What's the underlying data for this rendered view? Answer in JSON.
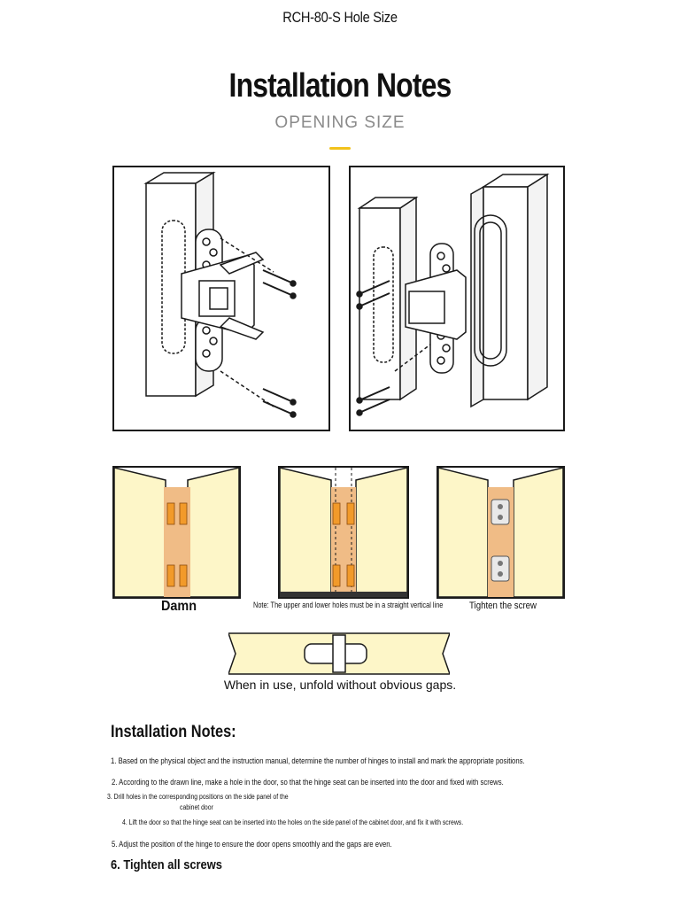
{
  "header": {
    "top_title": "RCH-80-S Hole Size",
    "main_title": "Installation Notes",
    "subtitle": "OPENING SIZE"
  },
  "colors": {
    "accent": "#f2c21b",
    "panel_fill": "#fdf6c8",
    "hinge_strip": "#f0bc86",
    "hinge_slot": "#f29a2a",
    "line": "#1a1a1a"
  },
  "panels": {
    "caption_1": "Damn",
    "caption_2": "Note: The upper and lower holes must be in a straight vertical line",
    "caption_3": "Tighten the screw"
  },
  "strip": {
    "caption": "When in use, unfold without obvious gaps."
  },
  "notes": {
    "heading": "Installation Notes:",
    "items": [
      "1. Based on the physical object and the instruction manual, determine the number of hinges to install and mark the appropriate positions.",
      "2. According to the drawn line, make a hole in the door, so that the hinge seat can be inserted into the door and fixed with screws.",
      "3. Drill holes in the corresponding positions on the side panel of the",
      "cabinet door",
      "4. Lift the door so that the hinge seat can be inserted into the holes on the side panel of the cabinet door, and fix it with screws.",
      "5. Adjust the position of the hinge to ensure the door opens smoothly and the gaps are even.",
      "6. Tighten all screws"
    ]
  }
}
